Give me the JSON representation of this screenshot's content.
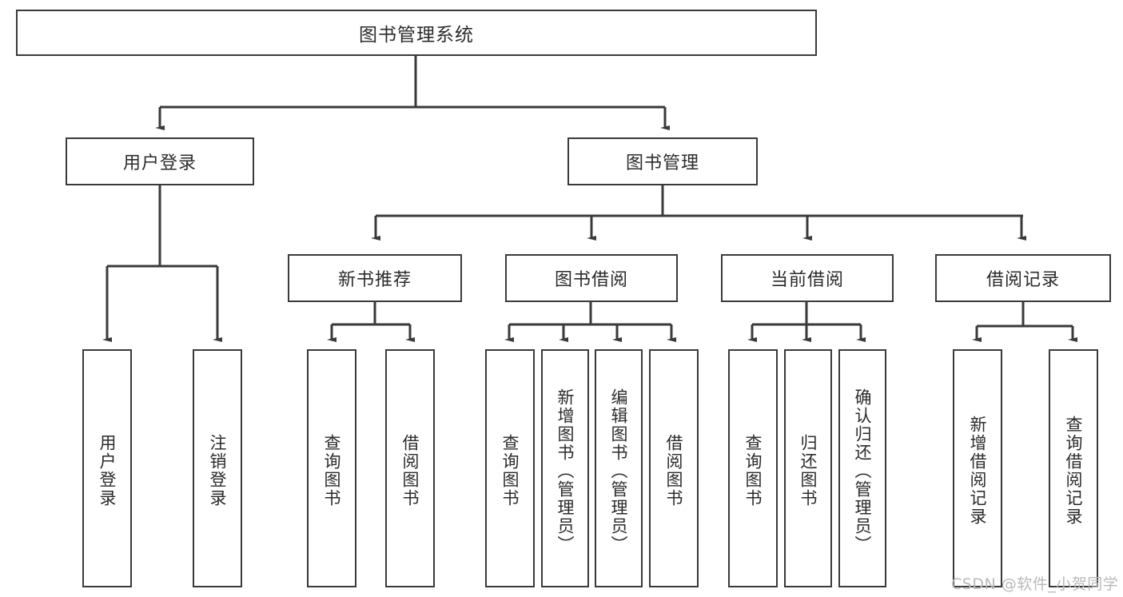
{
  "diagram": {
    "title": "图书管理系统",
    "type": "hierarchy-tree",
    "root": {
      "id": "root",
      "label": "图书管理系统"
    },
    "level1": [
      {
        "id": "user-login",
        "label": "用户登录"
      },
      {
        "id": "book-management",
        "label": "图书管理"
      }
    ],
    "level2": [
      {
        "id": "new-book-recommend",
        "label": "新书推荐"
      },
      {
        "id": "book-borrow",
        "label": "图书借阅"
      },
      {
        "id": "current-borrow",
        "label": "当前借阅"
      },
      {
        "id": "borrow-record",
        "label": "借阅记录"
      }
    ],
    "leaves": {
      "user_login": [
        {
          "id": "leaf-user-login",
          "label": "用户登录"
        },
        {
          "id": "leaf-logout-login",
          "label": "注销登录"
        }
      ],
      "new_book_recommend": [
        {
          "id": "leaf-query-book-1",
          "label": "查询图书"
        },
        {
          "id": "leaf-borrow-book-1",
          "label": "借阅图书"
        }
      ],
      "book_borrow": [
        {
          "id": "leaf-query-book-2",
          "label": "查询图书"
        },
        {
          "id": "leaf-add-book",
          "label": "新增图书（管理员）"
        },
        {
          "id": "leaf-edit-book",
          "label": "编辑图书（管理员）"
        },
        {
          "id": "leaf-borrow-book-2",
          "label": "借阅图书"
        }
      ],
      "current_borrow": [
        {
          "id": "leaf-query-book-3",
          "label": "查询图书"
        },
        {
          "id": "leaf-return-book",
          "label": "归还图书"
        },
        {
          "id": "leaf-confirm-return",
          "label": "确认归还（管理员）"
        }
      ],
      "borrow_record": [
        {
          "id": "leaf-add-record",
          "label": "新增借阅记录"
        },
        {
          "id": "leaf-query-record",
          "label": "查询借阅记录"
        }
      ]
    }
  },
  "watermark": {
    "text": "CSDN @软件_小贺同学"
  },
  "colors": {
    "stroke": "#3a3a3a",
    "background": "#ffffff",
    "text": "#2b2b2b",
    "watermark": "#b9b9b9"
  }
}
